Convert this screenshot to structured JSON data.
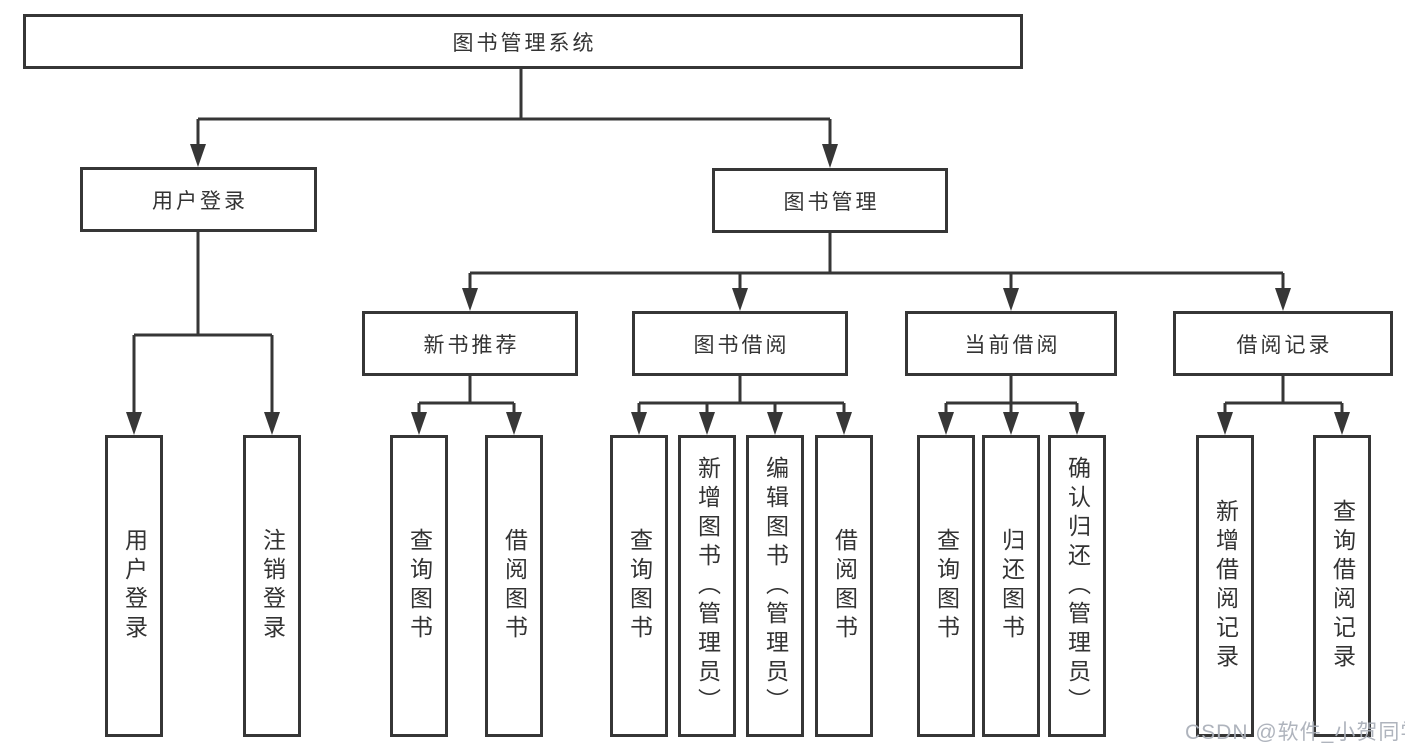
{
  "nodes": {
    "root": "图书管理系统",
    "level2": [
      "用户登录",
      "图书管理"
    ],
    "level3": [
      "新书推荐",
      "图书借阅",
      "当前借阅",
      "借阅记录"
    ],
    "leaves": [
      "用户登录",
      "注销登录",
      "查询图书",
      "借阅图书",
      "查询图书",
      "新增图书（管理员）",
      "编辑图书（管理员）",
      "借阅图书",
      "查询图书",
      "归还图书",
      "确认归还（管理员）",
      "新增借阅记录",
      "查询借阅记录"
    ]
  },
  "hierarchy": {
    "图书管理系统": {
      "用户登录": [
        "用户登录",
        "注销登录"
      ],
      "图书管理": {
        "新书推荐": [
          "查询图书",
          "借阅图书"
        ],
        "图书借阅": [
          "查询图书",
          "新增图书（管理员）",
          "编辑图书（管理员）",
          "借阅图书"
        ],
        "当前借阅": [
          "查询图书",
          "归还图书",
          "确认归还（管理员）"
        ],
        "借阅记录": [
          "新增借阅记录",
          "查询借阅记录"
        ]
      }
    }
  },
  "watermark": "CSDN @软件_小贺同学",
  "colors": {
    "line": "#363636",
    "text": "#333333",
    "box_background": "#ffffff",
    "background": "#ffffff",
    "watermark": "#abb0b9"
  }
}
